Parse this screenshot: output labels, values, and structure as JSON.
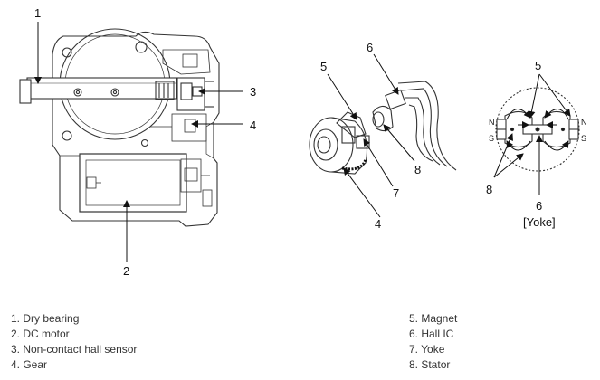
{
  "callouts": {
    "c1": "1",
    "c2": "2",
    "c3": "3",
    "c4": "4",
    "g5": "5",
    "g6": "6",
    "g7": "7",
    "g8": "8",
    "g4": "4",
    "y5": "5",
    "y8": "8",
    "y6": "6"
  },
  "yoke": {
    "caption": "[Yoke]",
    "pole_n_left": "N",
    "pole_s_left": "S",
    "pole_n_right": "N",
    "pole_s_right": "S"
  },
  "legend": {
    "left": [
      "1. Dry bearing",
      "2. DC motor",
      "3. Non-contact hall sensor",
      "4. Gear"
    ],
    "right": [
      "5. Magnet",
      "6. Hall IC",
      "7. Yoke",
      "8. Stator"
    ]
  }
}
